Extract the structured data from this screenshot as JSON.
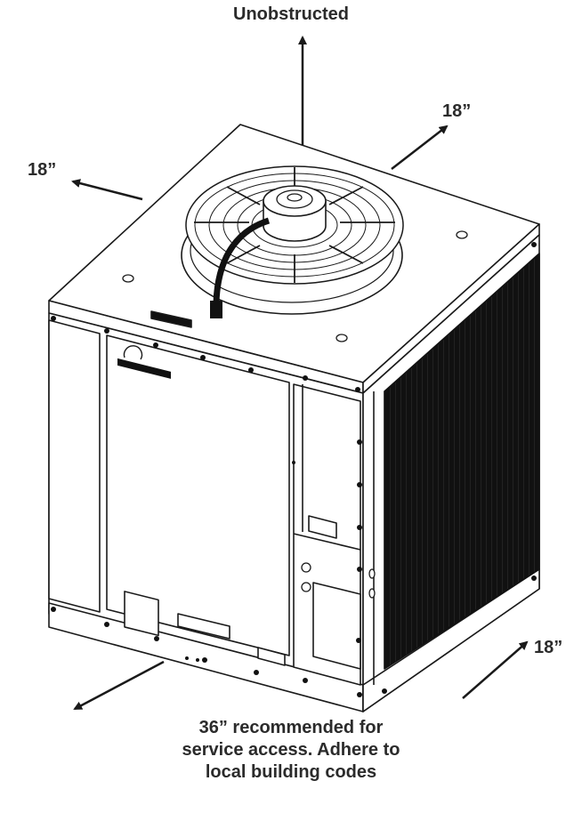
{
  "labels": {
    "top": "Unobstructed",
    "right_top": "18”",
    "left": "18”",
    "right_bottom": "18”",
    "bottom_lines": [
      "36” recommended for",
      "service access. Adhere to",
      "local building codes"
    ]
  },
  "colors": {
    "ink": "#1a1a1a",
    "label": "#2b2b2b",
    "grille": "#111111",
    "panel_fill": "#ffffff"
  },
  "icons": [
    "fan-icon",
    "manufacturer-logo"
  ]
}
